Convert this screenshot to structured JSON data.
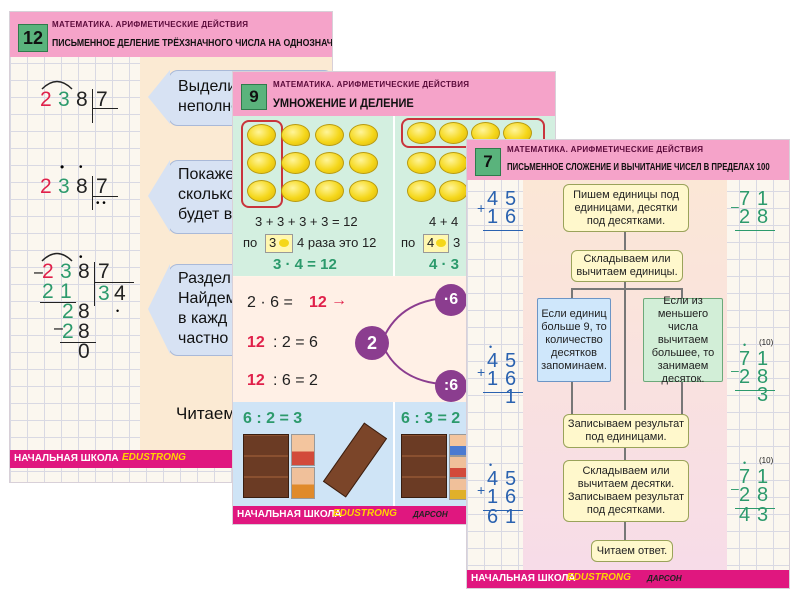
{
  "poster_back": {
    "number": "12",
    "subject": "МАТЕМАТИКА. АРИФМЕТИЧЕСКИЕ ДЕЙСТВИЯ",
    "title": "ПИСЬМЕННОЕ ДЕЛЕНИЕ ТРЁХЗНАЧНОГО ЧИСЛА НА ОДНОЗНАЧНОЕ",
    "steps": [
      {
        "text_lines": [
          "Выдели",
          "неполно"
        ]
      },
      {
        "text_lines": [
          "Покаже",
          "сколько",
          "будет в"
        ]
      },
      {
        "text_lines": [
          "Раздели",
          "Найдем",
          "в кажд",
          "частно"
        ]
      }
    ],
    "example1": {
      "dividend": [
        "2",
        "3",
        "8"
      ],
      "divisor": "7"
    },
    "example2": {
      "dividend": [
        "2",
        "3",
        "8"
      ],
      "divisor": "7",
      "quotient_dots": "• •"
    },
    "example3": {
      "dividend": [
        "2",
        "3",
        "8"
      ],
      "divisor": "7",
      "row2": [
        "2",
        "1"
      ],
      "quotient": [
        "3",
        "4"
      ],
      "row3": [
        "2",
        "8"
      ],
      "row4": [
        "2",
        "8"
      ],
      "remainder": "0",
      "minus": "–"
    },
    "read_text": "Читаем",
    "footer_school": "НАЧАЛЬНАЯ ШКОЛА",
    "footer_brand": "EDUSTRONG"
  },
  "poster_middle": {
    "number": "9",
    "subject": "МАТЕМАТИКА. АРИФМЕТИЧЕСКИЕ ДЕЙСТВИЯ",
    "title": "УМНОЖЕНИЕ И ДЕЛЕНИЕ",
    "left_sum": "3 + 3 + 3 + 3 = 12",
    "left_by": "по",
    "left_by_num": "3",
    "left_times": "4 раза это 12",
    "left_result": "3 · 4 = 12",
    "right_sum": "4 + 4",
    "right_by": "по",
    "right_by_num": "4",
    "right_times": "3",
    "right_result": "4 · 3",
    "eq1_left": "2 · 6 =",
    "eq1_right": "12",
    "eq2_left": "12",
    "eq2_right": ": 2 = 6",
    "eq3_left": "12",
    "eq3_right": ": 6 = 2",
    "circle_two": "2",
    "circle_top": "·6",
    "circle_bottom": ":6",
    "choc_left": "6 : 2 = 3",
    "choc_right": "6 : 3 = 2",
    "footer_school": "НАЧАЛЬНАЯ ШКОЛА",
    "footer_brand": "EDUSTRONG",
    "footer_publisher": "ДАРСОН"
  },
  "poster_front": {
    "number": "7",
    "subject": "МАТЕМАТИКА. АРИФМЕТИЧЕСКИЕ ДЕЙСТВИЯ",
    "title": "ПИСЬМЕННОЕ СЛОЖЕНИЕ И ВЫЧИТАНИЕ ЧИСЕЛ В ПРЕДЕЛАХ 100",
    "flow": {
      "step1": "Пишем единицы под единицами, десятки под десятками.",
      "step2": "Складываем или вычитаем единицы.",
      "branch_left": "Если единиц больше 9, то количество десятков запоминаем.",
      "branch_right": "Если из меньшего числа вычитаем большее, то занимаем десяток.",
      "step3": "Записываем результат под единицами.",
      "step4": "Складываем или вычитаем десятки. Записываем результат под десятками.",
      "step5": "Читаем ответ."
    },
    "add_a": [
      "4",
      "5"
    ],
    "add_b": [
      "1",
      "6"
    ],
    "add_unit": "1",
    "add_total": [
      "6",
      "1"
    ],
    "plus": "+",
    "sub_a": [
      "7",
      "1"
    ],
    "sub_b": [
      "2",
      "8"
    ],
    "sub_unit": "3",
    "sub_total": [
      "4",
      "3"
    ],
    "minus": "–",
    "borrow_note": "(10)",
    "footer_school": "НАЧАЛЬНАЯ ШКОЛА",
    "footer_brand": "EDUSTRONG",
    "footer_publisher": "ДАРСОН"
  }
}
